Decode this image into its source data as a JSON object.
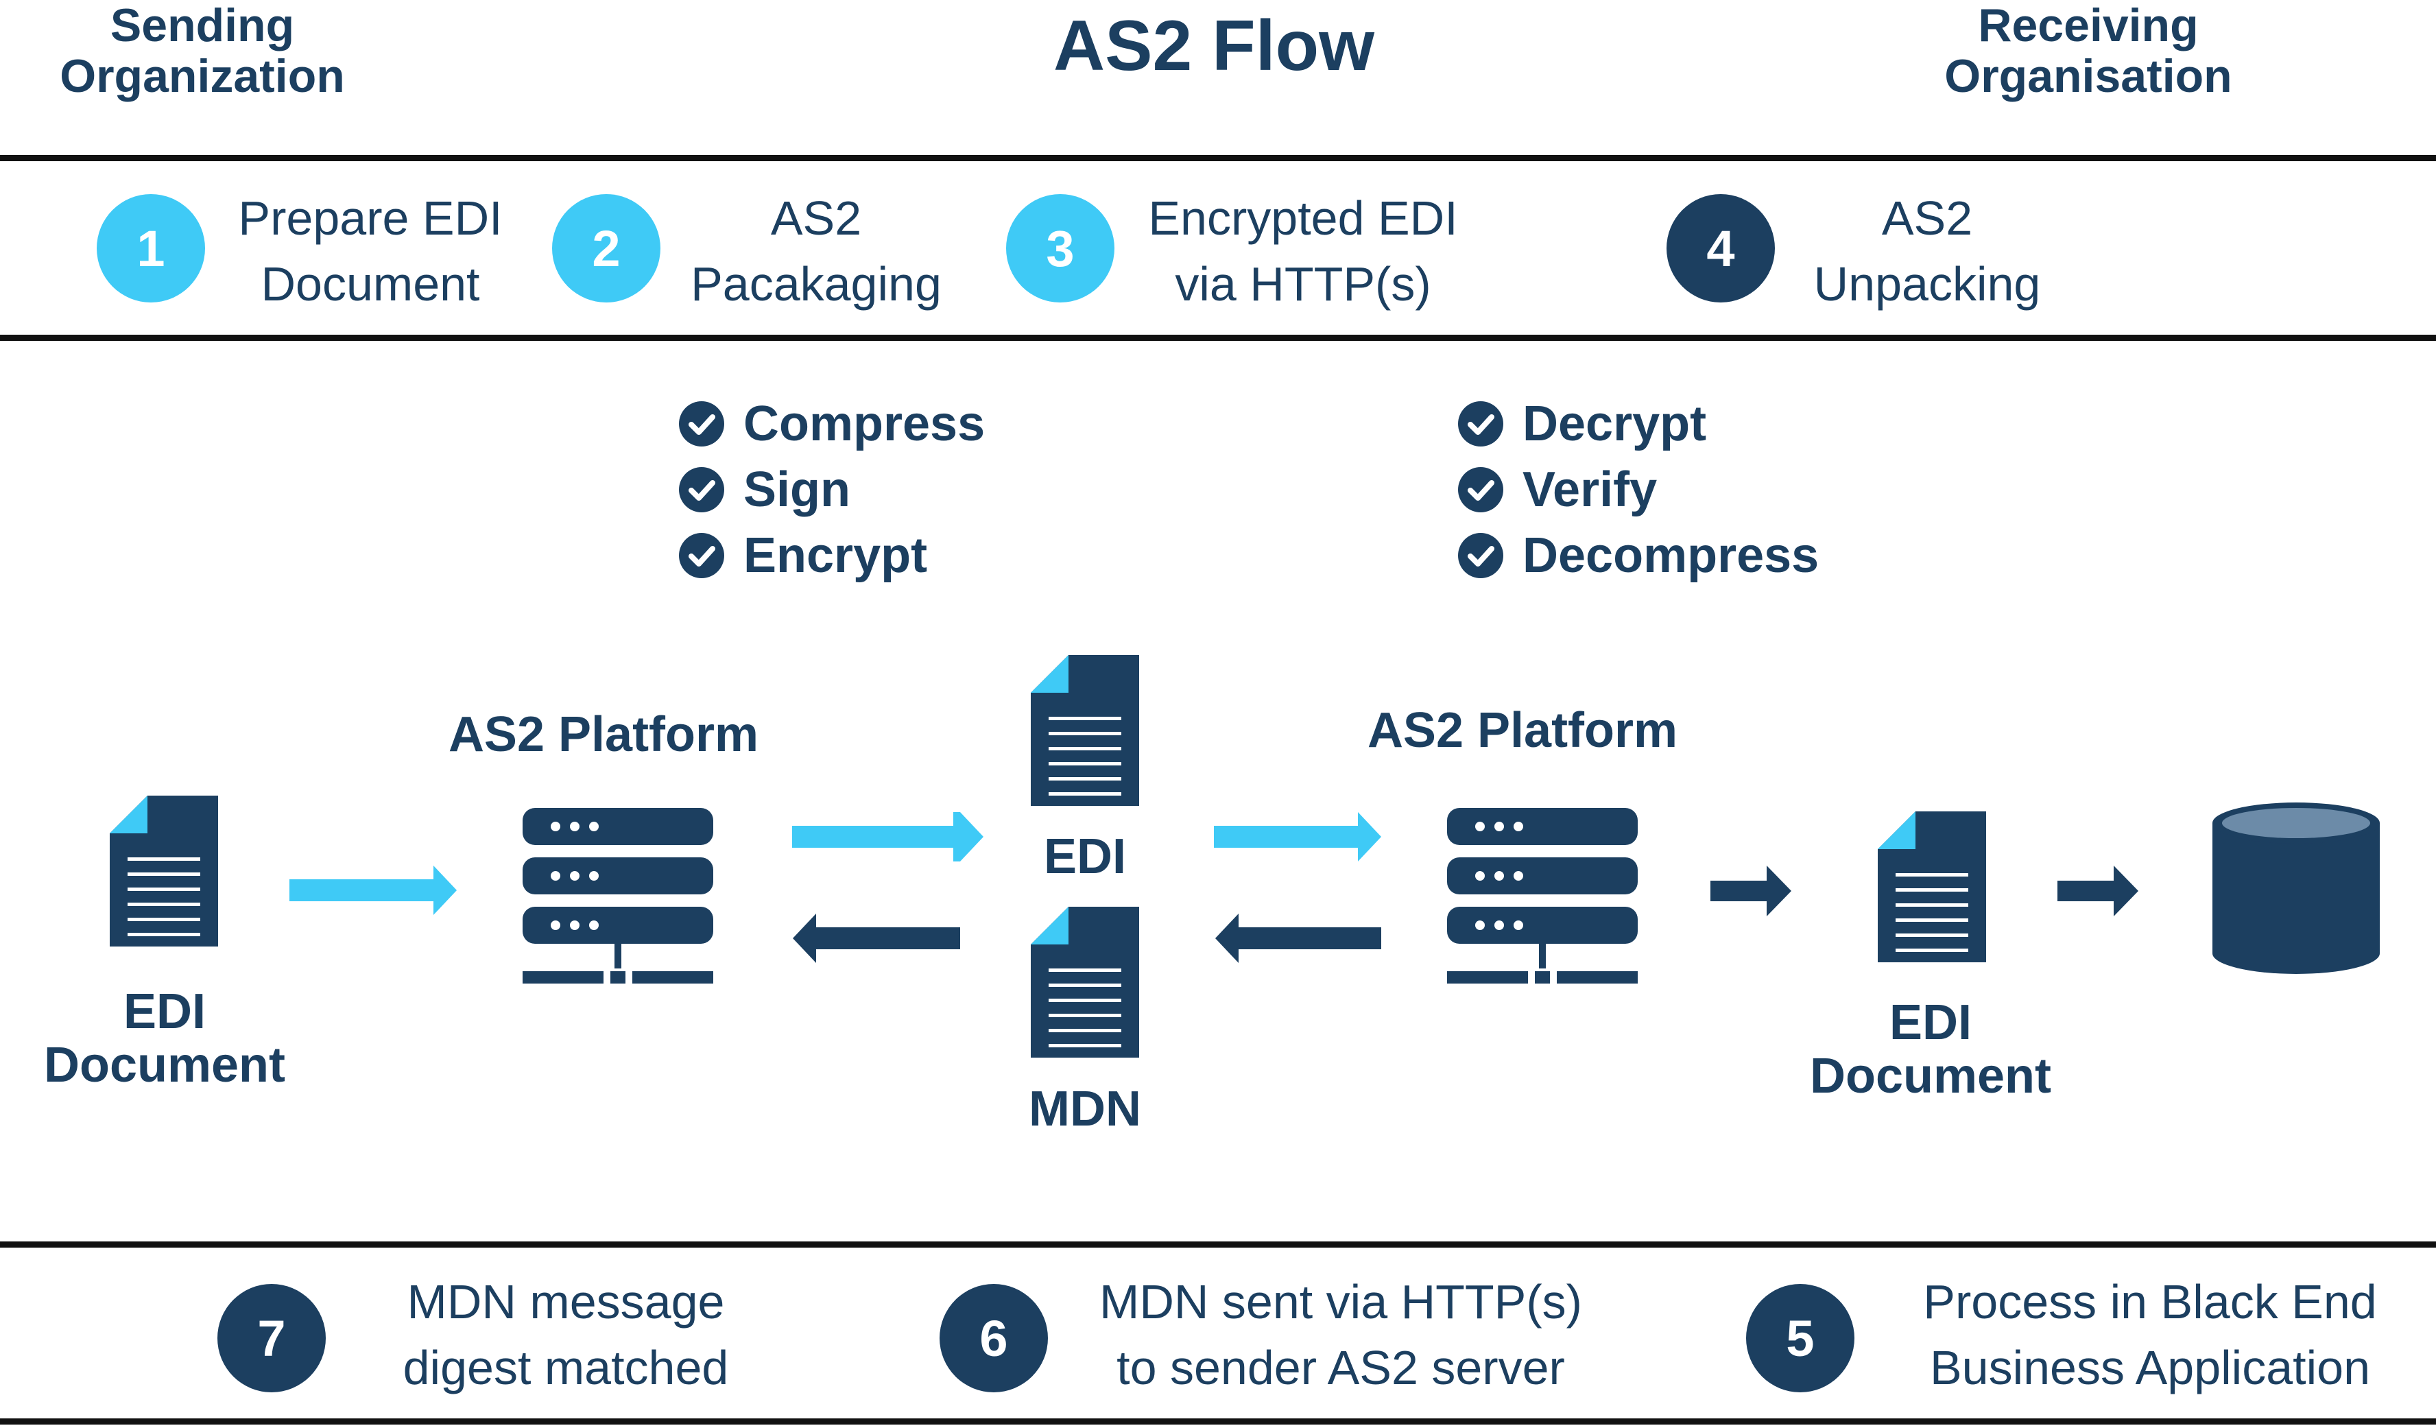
{
  "header": {
    "left": [
      "Sending",
      "Organization"
    ],
    "title": "AS2 Flow",
    "right": [
      "Receiving",
      "Organisation"
    ]
  },
  "top_steps": [
    {
      "number": "1",
      "lines": [
        "Prepare EDI",
        "Document"
      ]
    },
    {
      "number": "2",
      "lines": [
        "AS2",
        "Pacakaging"
      ]
    },
    {
      "number": "3",
      "lines": [
        "Encrypted EDI",
        "via HTTP(s)"
      ]
    },
    {
      "number": "4",
      "lines": [
        "AS2",
        "Unpacking"
      ]
    }
  ],
  "packaging_checks": [
    "Compress",
    "Sign",
    "Encrypt"
  ],
  "unpacking_checks": [
    "Decrypt",
    "Verify",
    "Decompress"
  ],
  "nodes": {
    "edi_document_left": [
      "EDI",
      "Document"
    ],
    "as2_platform_left": "AS2 Platform",
    "edi_message": "EDI",
    "mdn_message": "MDN",
    "as2_platform_right": "AS2 Platform",
    "edi_document_right": [
      "EDI",
      "Document"
    ]
  },
  "bottom_steps": [
    {
      "number": "7",
      "lines": [
        "MDN message",
        "digest matched"
      ]
    },
    {
      "number": "6",
      "lines": [
        "MDN sent via HTTP(s)",
        "to sender AS2 server"
      ]
    },
    {
      "number": "5",
      "lines": [
        "Process in Black End",
        "Business Application"
      ]
    }
  ],
  "colors": {
    "navy": "#1c3f60",
    "light_blue": "#3fcaf6",
    "rule": "#111111"
  }
}
